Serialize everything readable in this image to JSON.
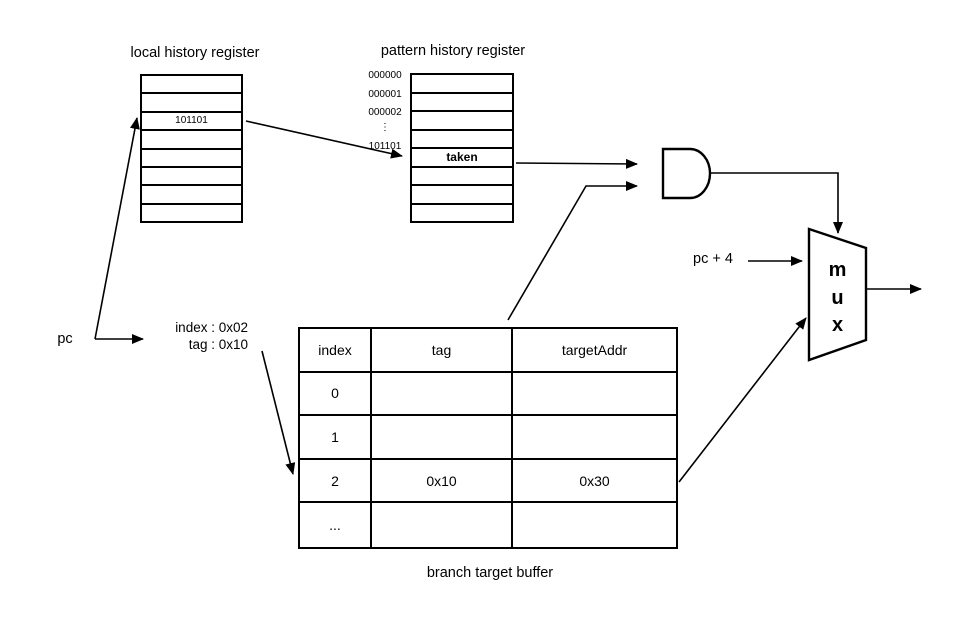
{
  "diagram": {
    "colors": {
      "line": "#000000",
      "background": "#ffffff"
    },
    "lhr": {
      "title": "local history register",
      "rows": [
        "",
        "",
        "101101",
        "",
        "",
        "",
        "",
        ""
      ]
    },
    "phr": {
      "title": "pattern history register",
      "address_labels": [
        "000000",
        "000001",
        "000002",
        "⋮",
        "101101"
      ],
      "rows": [
        "",
        "",
        "",
        "",
        "taken",
        "",
        "",
        ""
      ]
    },
    "btb": {
      "caption": "branch target buffer",
      "headers": [
        "index",
        "tag",
        "targetAddr"
      ],
      "rows": [
        [
          "0",
          "",
          ""
        ],
        [
          "1",
          "",
          ""
        ],
        [
          "2",
          "0x10",
          "0x30"
        ],
        [
          "...",
          "",
          ""
        ]
      ]
    },
    "labels": {
      "pc": "pc",
      "index_line": "index : 0x02",
      "tag_line": "tag : 0x10",
      "pc_plus_4": "pc + 4",
      "mux_letters": [
        "m",
        "u",
        "x"
      ]
    }
  }
}
